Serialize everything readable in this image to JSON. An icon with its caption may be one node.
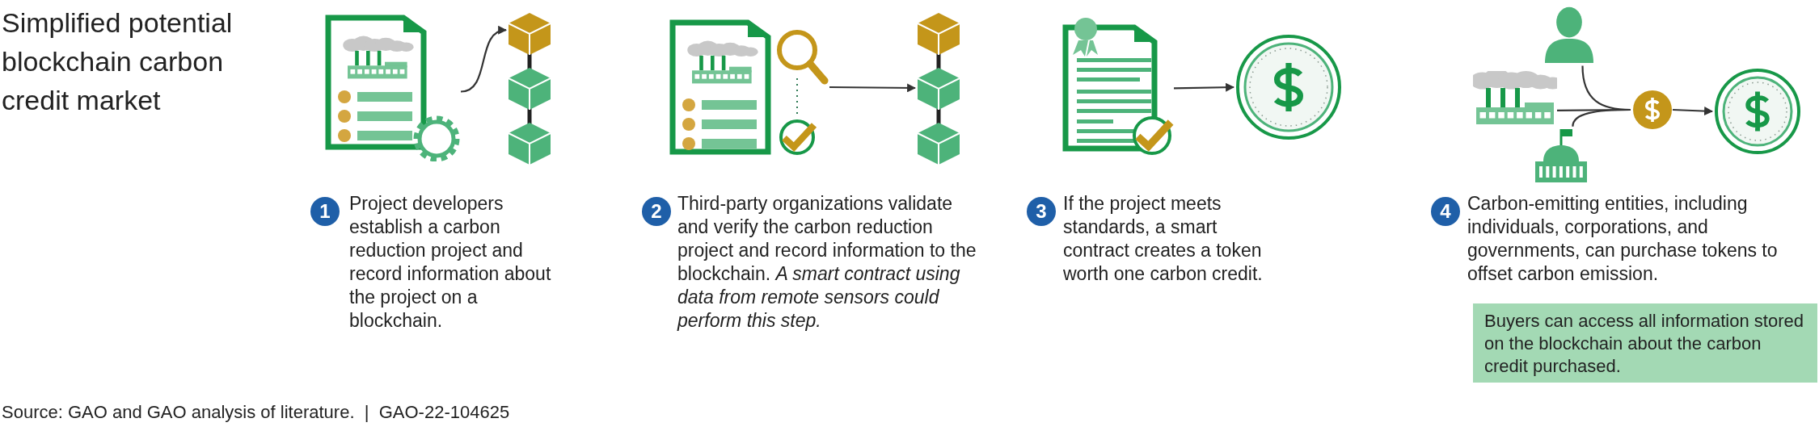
{
  "diagram": {
    "title": "Simplified potential blockchain carbon credit market",
    "caption": "Source: GAO and GAO analysis of literature.  |  GAO-22-104625",
    "nodes": [
      {
        "text": [],
        "shape": "picture"
      },
      {
        "text": [],
        "shape": "picture"
      },
      {
        "text": [],
        "shape": "picture"
      },
      {
        "text": [],
        "shape": "picture"
      },
      {
        "text": [],
        "shape": "picture"
      },
      {
        "text": [],
        "shape": "picture"
      },
      {
        "text": [],
        "shape": "person"
      },
      {
        "text": [],
        "shape": "picture"
      },
      {
        "text": [],
        "shape": "picture"
      },
      {
        "text": [],
        "shape": "circle"
      },
      {
        "text": [],
        "shape": "picture"
      },
      {
        "text": [
          "Buyers can access all information stored on the blockchain about the carbon credit purchased."
        ]
      }
    ],
    "edges": [
      {
        "from": 0,
        "to": 1,
        "arrow": "to"
      },
      {
        "from": 2,
        "to": 3,
        "arrow": "to"
      },
      {
        "from": 4,
        "to": 5,
        "arrow": "to"
      },
      {
        "from": 6,
        "to": 9,
        "arrow": "none"
      },
      {
        "from": 7,
        "to": 9,
        "arrow": "none"
      },
      {
        "from": 8,
        "to": 9,
        "arrow": "none"
      },
      {
        "from": 9,
        "to": 10,
        "arrow": "to"
      }
    ],
    "labels": [
      "1",
      "Project developers establish a carbon reduction project and record information about the project on a blockchain.",
      "2",
      "Third-party organizations validate and verify the carbon reduction project and record information to the blockchain. *A smart contract using data from remote sensors could perform this step.*",
      "3",
      "If the project meets standards, a smart contract creates a token worth one carbon credit.",
      "4",
      "Carbon-emitting entities, including individuals, corporations, and governments, can purchase tokens to offset carbon emission."
    ]
  }
}
